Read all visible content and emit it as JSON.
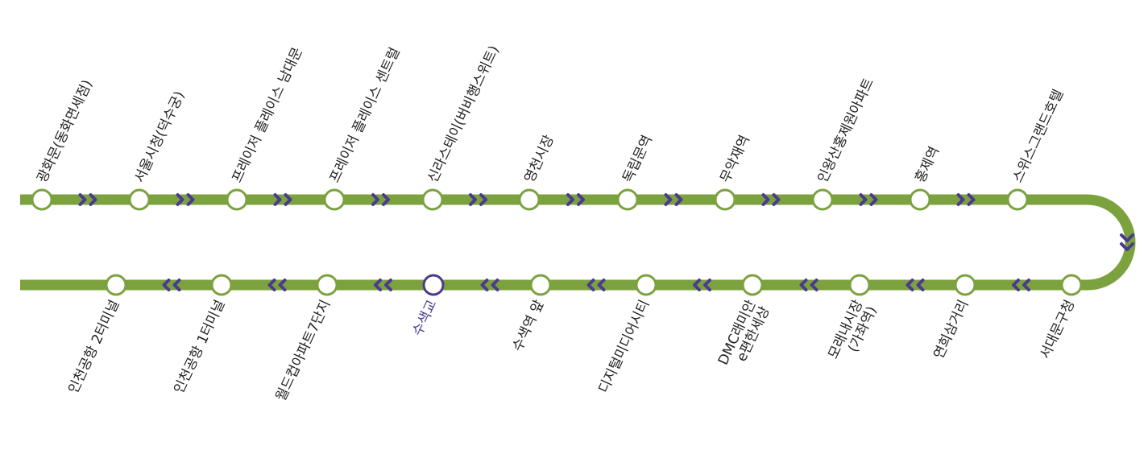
{
  "colors": {
    "line": "#7ba23f",
    "arrow": "#4b3a8f",
    "station_fill": "#ffffff",
    "label": "#222222",
    "current": "#4b3a8f"
  },
  "icons": {
    "direction": "double-chevron-icon",
    "turn": "chevron-down-icon"
  },
  "top_row": {
    "direction": "right",
    "stations": [
      {
        "name": "광화문(동화면세점)"
      },
      {
        "name": "서울시청(덕수궁)"
      },
      {
        "name": "프레이저 플레이스 남대문"
      },
      {
        "name": "프레이저 플레이스 센트럴"
      },
      {
        "name": "신라스테이(버비행스위트)"
      },
      {
        "name": "영천시장"
      },
      {
        "name": "독립문역"
      },
      {
        "name": "무악재역"
      },
      {
        "name": "인왕산홍제원아파트"
      },
      {
        "name": "홍제역"
      },
      {
        "name": "스위스그랜드호텔"
      }
    ]
  },
  "bottom_row": {
    "direction": "left",
    "stations": [
      {
        "name": "인천공항 2터미널"
      },
      {
        "name": "인천공항 1터미널"
      },
      {
        "name": "월드컵아파트7단지"
      },
      {
        "name": "수색교",
        "current": true
      },
      {
        "name": "수색역 앞"
      },
      {
        "name": "디지털미디어시티"
      },
      {
        "name": "DMC래미안\ne편한세상"
      },
      {
        "name": "모래내시장\n(가좌역)"
      },
      {
        "name": "연희삼거리"
      },
      {
        "name": "서대문구청"
      }
    ]
  }
}
